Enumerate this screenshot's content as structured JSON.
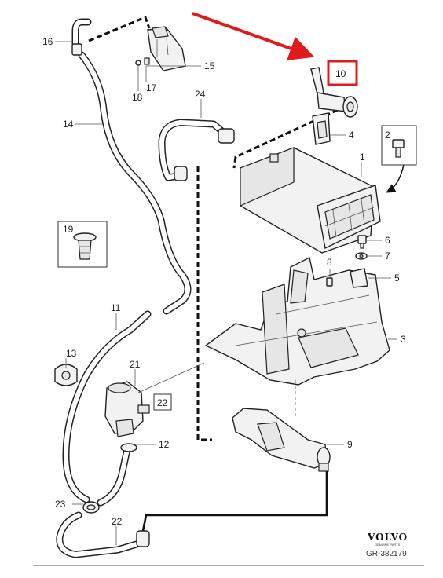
{
  "callouts": {
    "c1": "1",
    "c2": "2",
    "c3": "3",
    "c4": "4",
    "c5": "5",
    "c6": "6",
    "c7": "7",
    "c8": "8",
    "c9": "9",
    "c10": "10",
    "c11": "11",
    "c12": "12",
    "c13": "13",
    "c14": "14",
    "c15": "15",
    "c16": "16",
    "c17": "17",
    "c18": "18",
    "c19": "19",
    "c21": "21",
    "c22a": "22",
    "c22b": "22",
    "c23": "23",
    "c24": "24"
  },
  "brand": {
    "logo": "VOLVO",
    "tagline": "GENUINE PARTS",
    "reference": "GR-382179"
  },
  "highlight": {
    "target": "10",
    "color": "#e01b1b"
  },
  "colors": {
    "line": "#222222",
    "arrow": "#e01b1b"
  }
}
